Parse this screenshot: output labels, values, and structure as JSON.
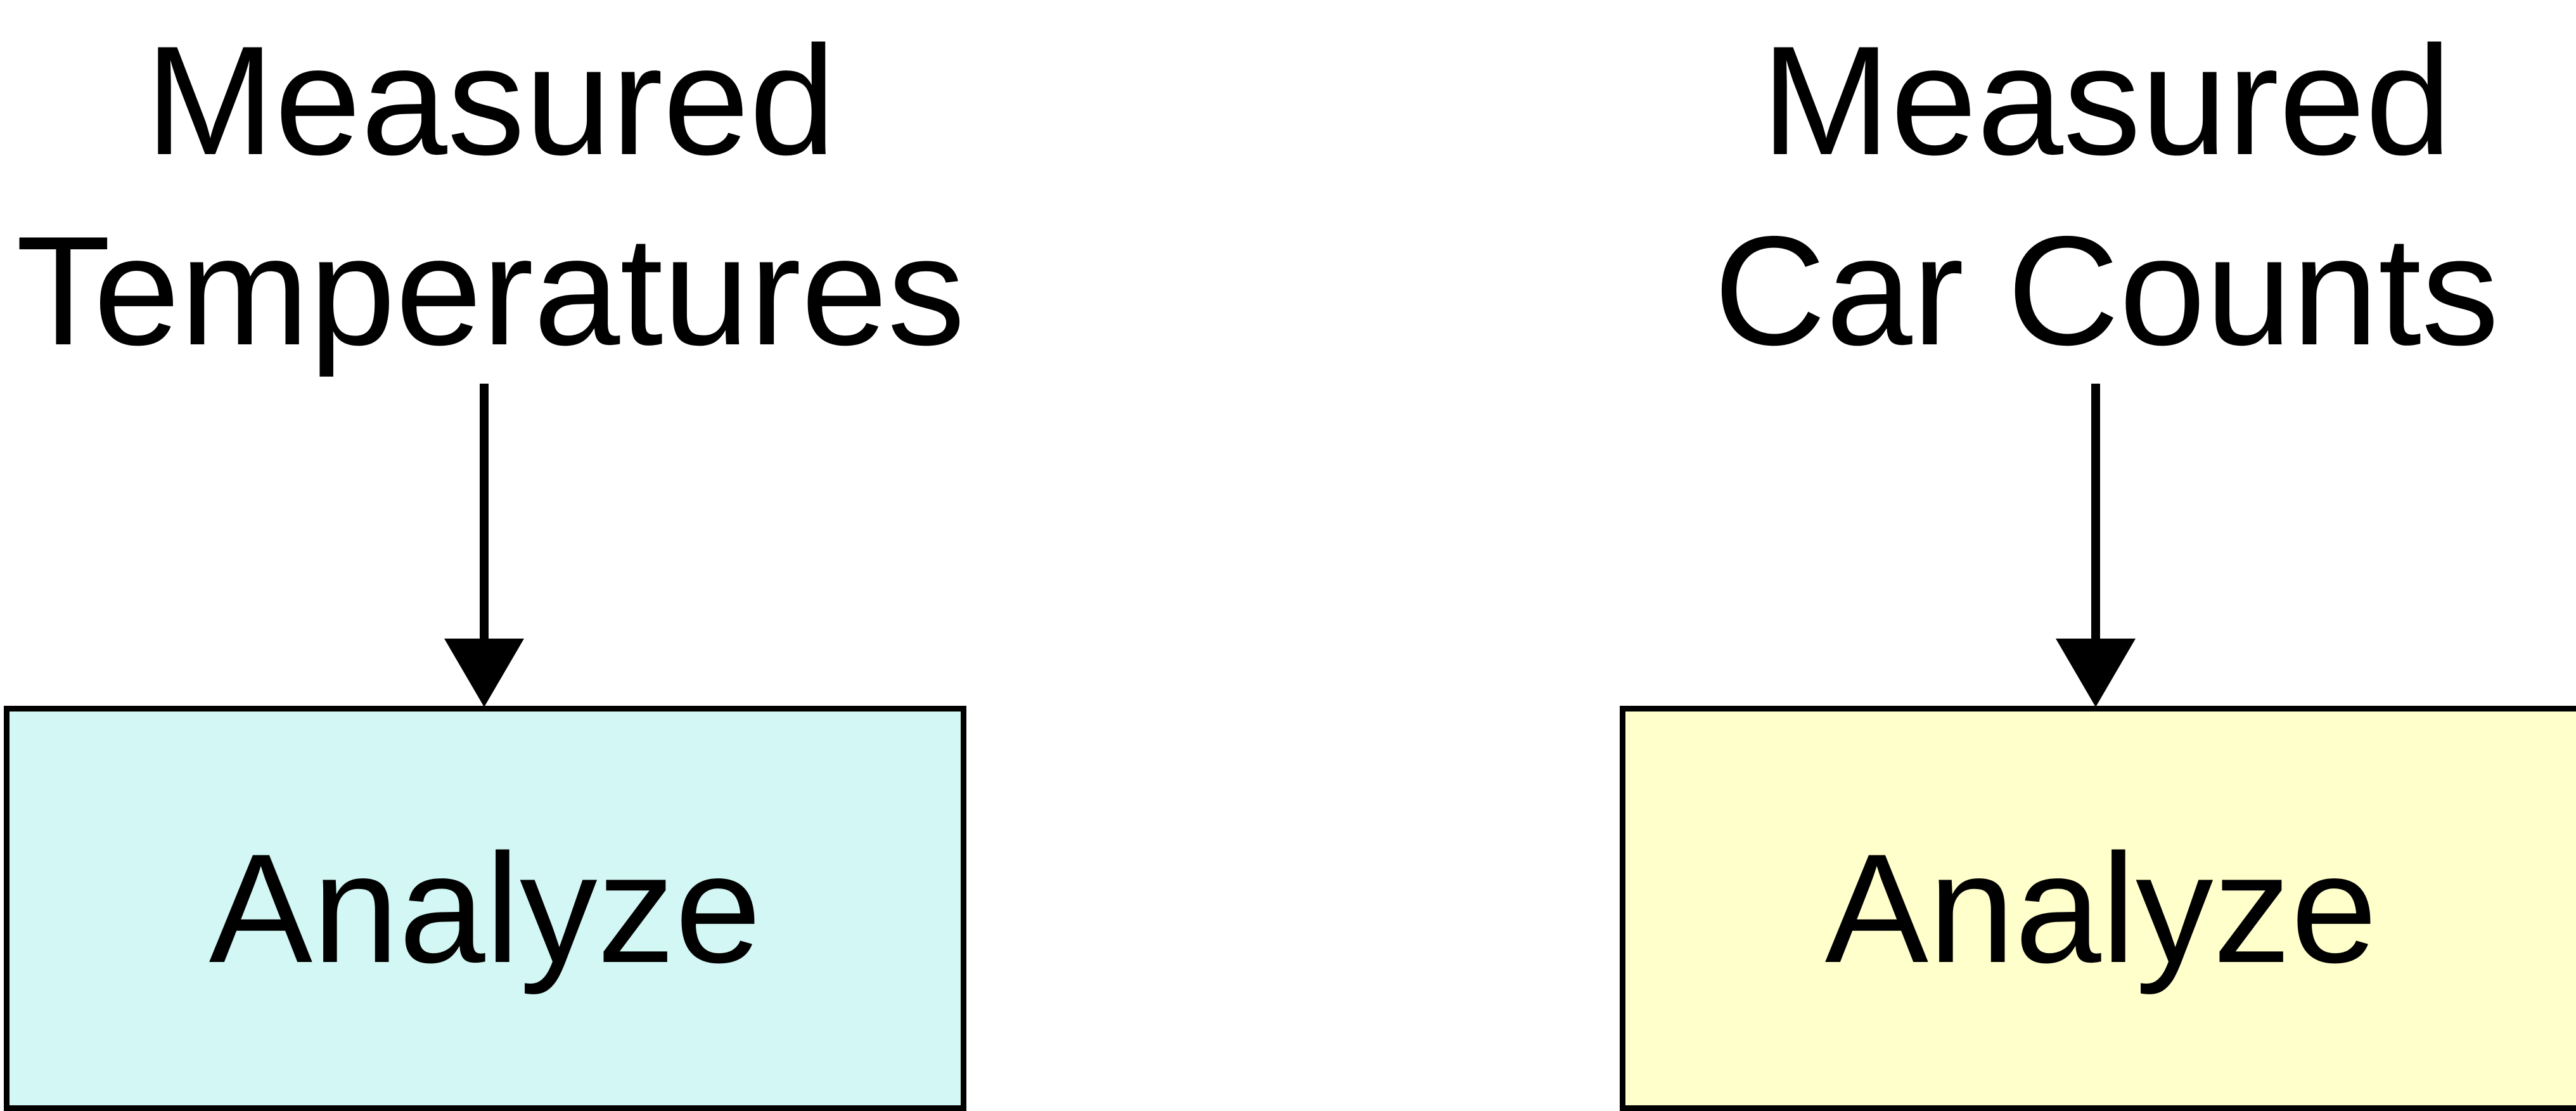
{
  "diagram": {
    "flows": [
      {
        "source_line1": "Measured",
        "source_line2": "Temperatures",
        "process_label": "Analyze",
        "process_fill": "#d3f7f4"
      },
      {
        "source_line1": "Measured",
        "source_line2": "Car Counts",
        "process_label": "Analyze",
        "process_fill": "#ffffcc"
      }
    ],
    "line_color": "#000000"
  }
}
